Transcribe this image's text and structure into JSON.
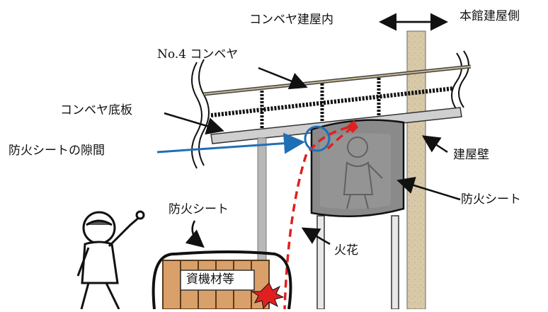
{
  "labels": {
    "conveyor_building_inside": "コンベヤ建屋内",
    "main_building_side": "本館建屋側",
    "conveyor_no4": "No.4 コンベヤ",
    "conveyor_bottom_plate": "コンベヤ底板",
    "fireproof_sheet_gap": "防火シートの隙間",
    "building_wall": "建屋壁",
    "fireproof_sheet_right": "防火シート",
    "fireproof_sheet_left": "防火シート",
    "sparks": "火花",
    "materials": "資機材等"
  },
  "colors": {
    "gap_highlight": "#1f6fb5",
    "spark": "#e02020",
    "wall": "#d8c9a8",
    "sheet": "#8a8a8a",
    "wood": "#d9a06a"
  }
}
